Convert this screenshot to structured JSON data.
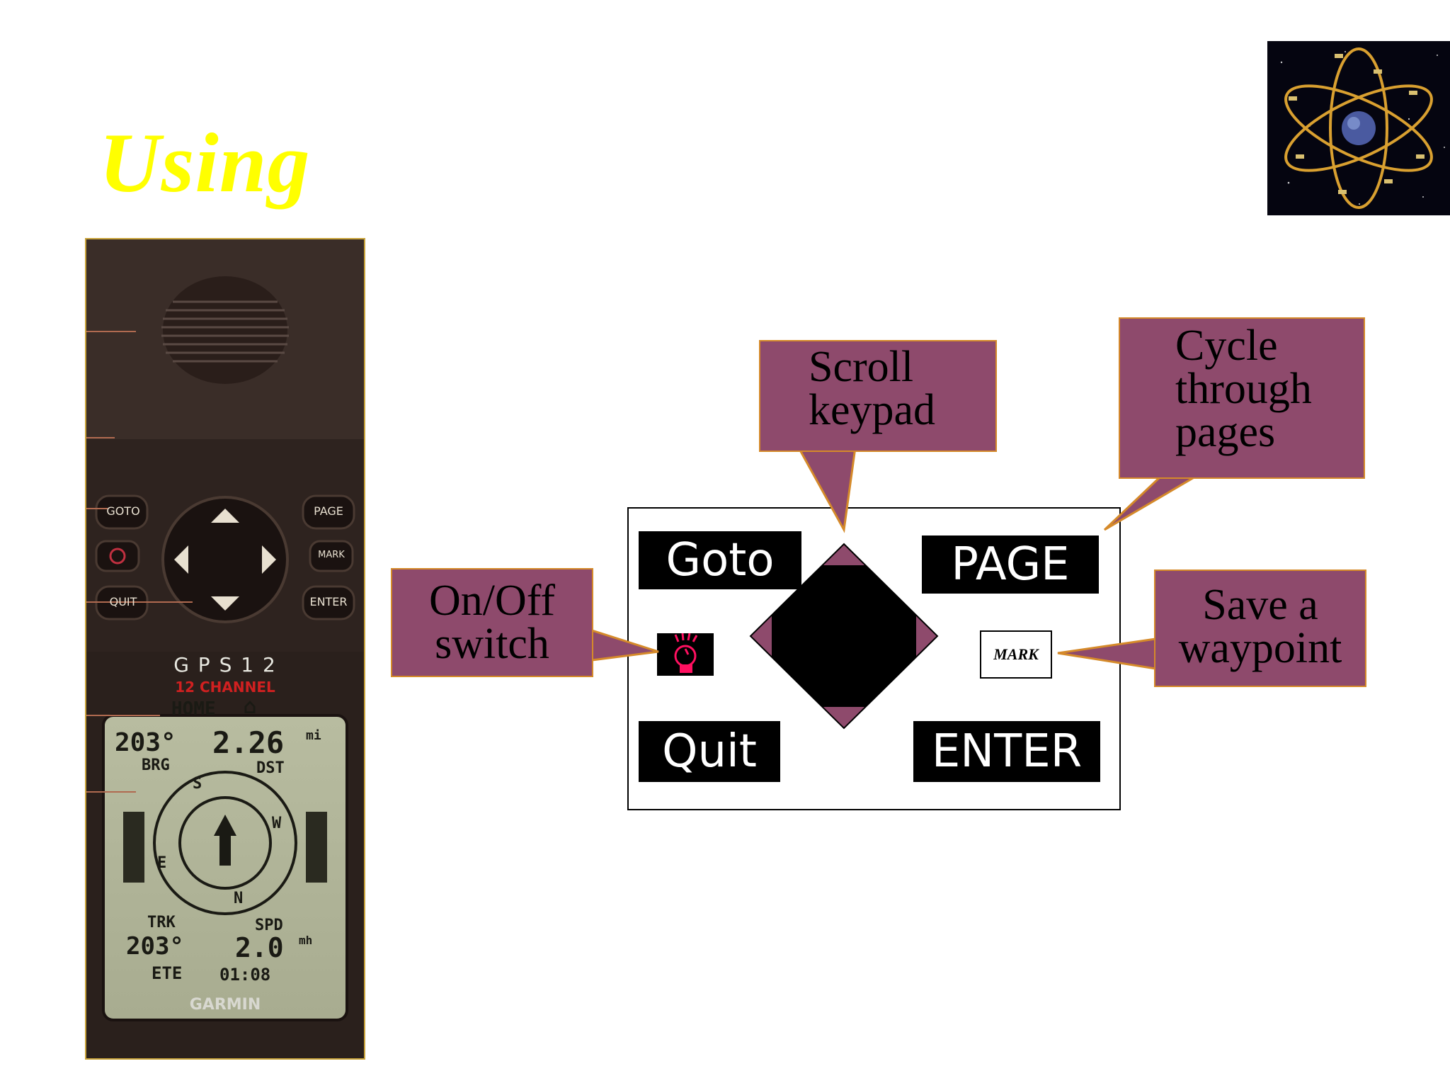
{
  "slide": {
    "title": "Using"
  },
  "device": {
    "buttons": {
      "goto": "GOTO",
      "page": "PAGE",
      "mark": "MARK",
      "quit": "QUIT",
      "enter": "ENTER"
    },
    "model": "G P S  1 2",
    "channels": "12 CHANNEL",
    "screen": {
      "home": "HOME",
      "bearing_value": "203°",
      "bearing_label": "BRG",
      "distance_value": "2.26",
      "distance_unit": "mi",
      "distance_label": "DST",
      "compass_s": "S",
      "compass_w": "W",
      "compass_e": "E",
      "compass_n": "N",
      "track_label": "TRK",
      "track_value": "203°",
      "speed_label": "SPD",
      "speed_value": "2.0",
      "speed_unit": "mh",
      "ete_label": "ETE",
      "ete_value": "01:08"
    },
    "brand": "GARMIN"
  },
  "keypad": {
    "goto": "Goto",
    "page": "PAGE",
    "quit": "Quit",
    "enter": "ENTER",
    "mark": "MARK"
  },
  "callouts": {
    "scroll": [
      "Scroll",
      "keypad"
    ],
    "cycle": [
      "Cycle",
      "through",
      "pages"
    ],
    "onoff": [
      "On/Off",
      "switch"
    ],
    "save": [
      "Save a",
      "waypoint"
    ]
  },
  "colors": {
    "title": "#ffff00",
    "callout_fill": "#8e4a6c",
    "callout_border": "#d58a2a",
    "key_fill": "#000000",
    "power_icon": "#ff1060"
  }
}
